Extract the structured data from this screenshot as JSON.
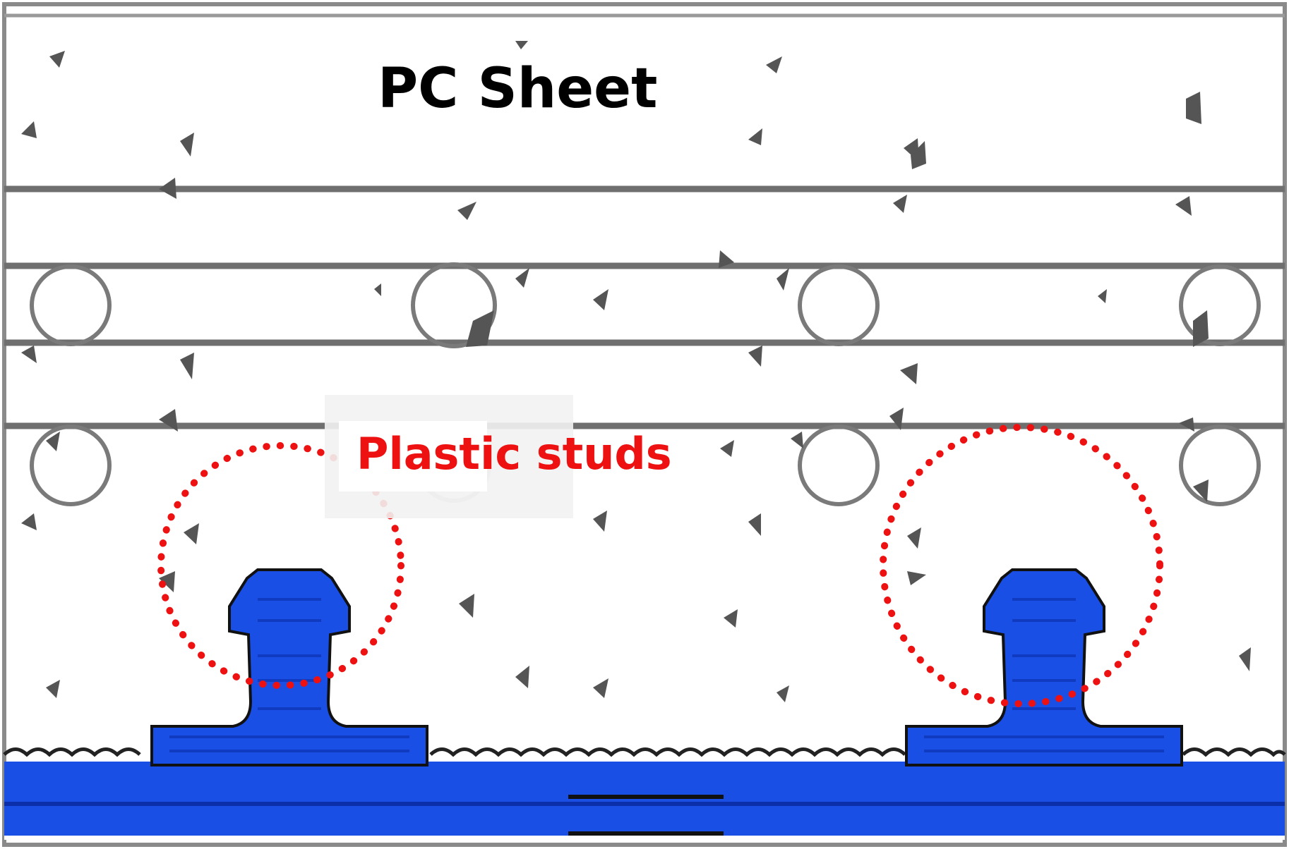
{
  "diagram": {
    "title": "PC Sheet",
    "callout": "Plastic studs",
    "colors": {
      "background": "#ffffff",
      "lines": "#7a7a7a",
      "speckle": "#555555",
      "stud": "#1a4fe6",
      "stud_dark": "#0b2fa8",
      "callout": "#ee1111",
      "label_box": "#f2f2f2"
    },
    "studs": [
      {
        "name": "stud-left"
      },
      {
        "name": "stud-right"
      }
    ]
  }
}
